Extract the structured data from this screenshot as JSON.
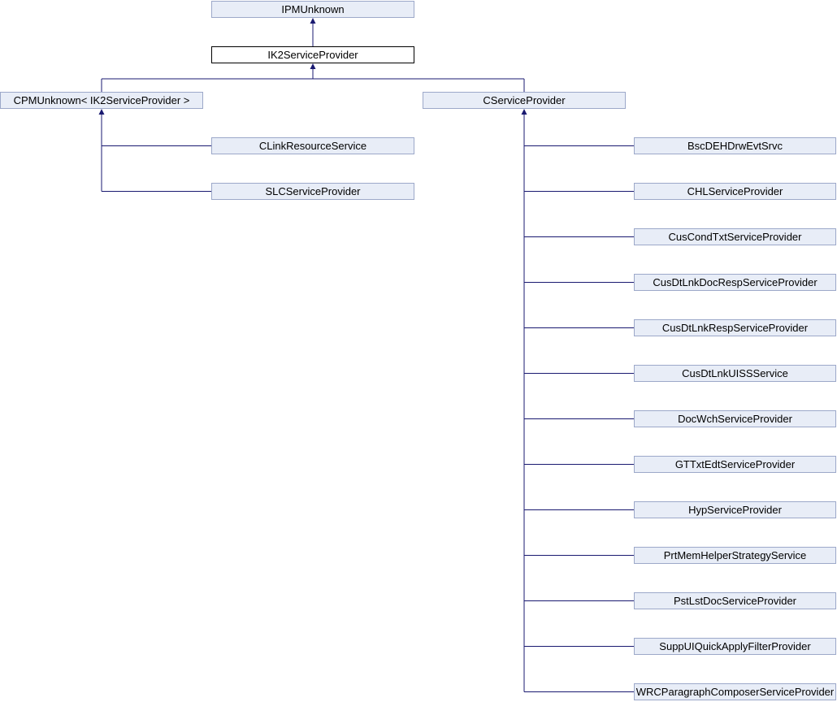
{
  "graph": {
    "root": {
      "label": "IPMUnknown"
    },
    "current": {
      "label": "IK2ServiceProvider"
    },
    "parents": [
      {
        "label": "CPMUnknown< IK2ServiceProvider >",
        "children": [
          {
            "label": "CLinkResourceService"
          },
          {
            "label": "SLCServiceProvider"
          }
        ]
      },
      {
        "label": "CServiceProvider",
        "children": [
          {
            "label": "BscDEHDrwEvtSrvc"
          },
          {
            "label": "CHLServiceProvider"
          },
          {
            "label": "CusCondTxtServiceProvider"
          },
          {
            "label": "CusDtLnkDocRespServiceProvider"
          },
          {
            "label": "CusDtLnkRespServiceProvider"
          },
          {
            "label": "CusDtLnkUISSService"
          },
          {
            "label": "DocWchServiceProvider"
          },
          {
            "label": "GTTxtEdtServiceProvider"
          },
          {
            "label": "HypServiceProvider"
          },
          {
            "label": "PrtMemHelperStrategyService"
          },
          {
            "label": "PstLstDocServiceProvider"
          },
          {
            "label": "SuppUIQuickApplyFilterProvider"
          },
          {
            "label": "WRCParagraphComposerServiceProvider"
          }
        ]
      }
    ]
  },
  "colors": {
    "node_fill": "#e8edf7",
    "node_border": "#9ca8c9",
    "current_fill": "#ffffff",
    "current_border": "#000000",
    "edge": "#191970",
    "text": "#000000",
    "background": "#ffffff"
  }
}
